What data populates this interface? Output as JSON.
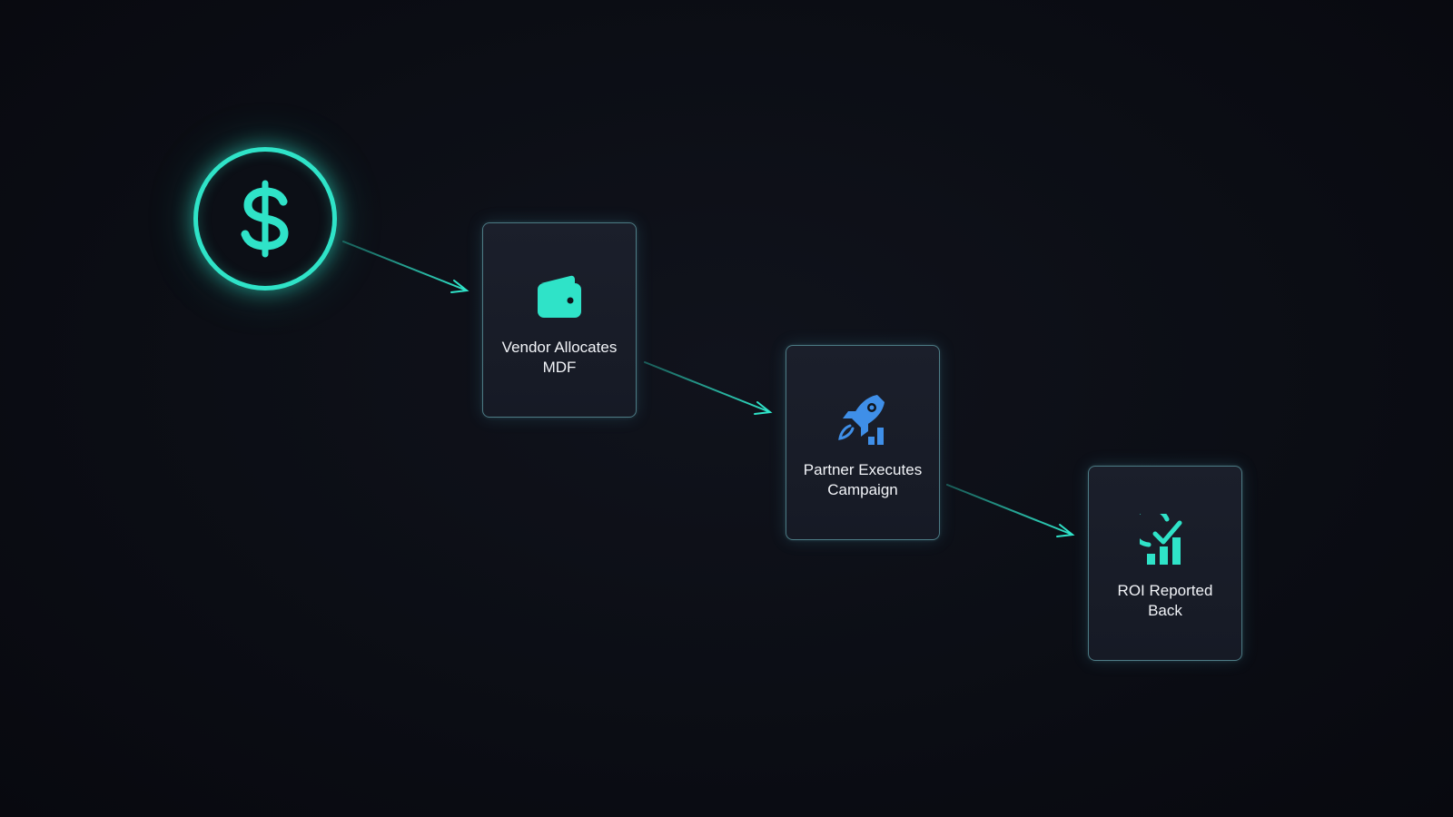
{
  "steps": [
    {
      "label": "Vendor Allocates\nMDF",
      "icon": "wallet-icon"
    },
    {
      "label": "Partner Executes\nCampaign",
      "icon": "rocket-chart-icon"
    },
    {
      "label": "ROI Reported\nBack",
      "icon": "check-chart-icon"
    }
  ],
  "start_icon": "dollar-icon",
  "colors": {
    "background": "#0b0d14",
    "accent_teal": "#2fe3c8",
    "accent_blue": "#3f8fe8",
    "card_border": "#78c8d2",
    "text": "#f2f4f8"
  }
}
